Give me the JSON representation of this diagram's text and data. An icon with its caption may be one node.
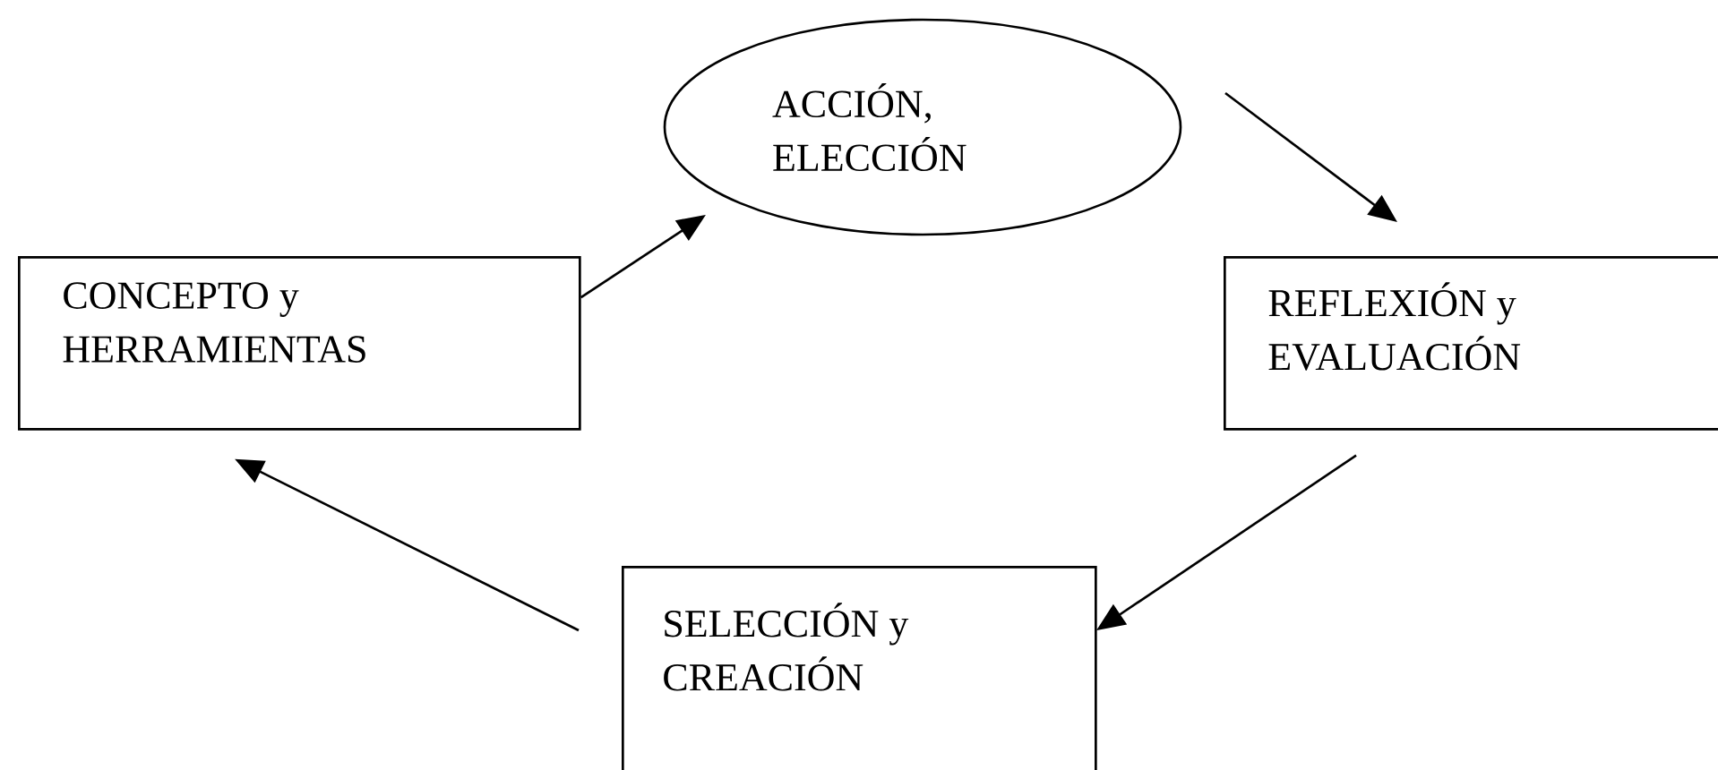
{
  "diagram": {
    "nodes": [
      {
        "text": [
          "CONCEPTO y HERRAMIENTAS"
        ]
      },
      {
        "text": [
          "ACCIÓN, ELECCIÓN"
        ]
      },
      {
        "text": [
          "REFLEXIÓN y EVALUACIÓN"
        ]
      },
      {
        "text": [
          "SELECCIÓN y CREACIÓN"
        ]
      }
    ],
    "edges": [
      {
        "from": 0,
        "to": 1,
        "arrow": "to"
      },
      {
        "from": 1,
        "to": 2,
        "arrow": "to"
      },
      {
        "from": 2,
        "to": 3,
        "arrow": "to"
      },
      {
        "from": 3,
        "to": 0,
        "arrow": "to"
      }
    ]
  }
}
